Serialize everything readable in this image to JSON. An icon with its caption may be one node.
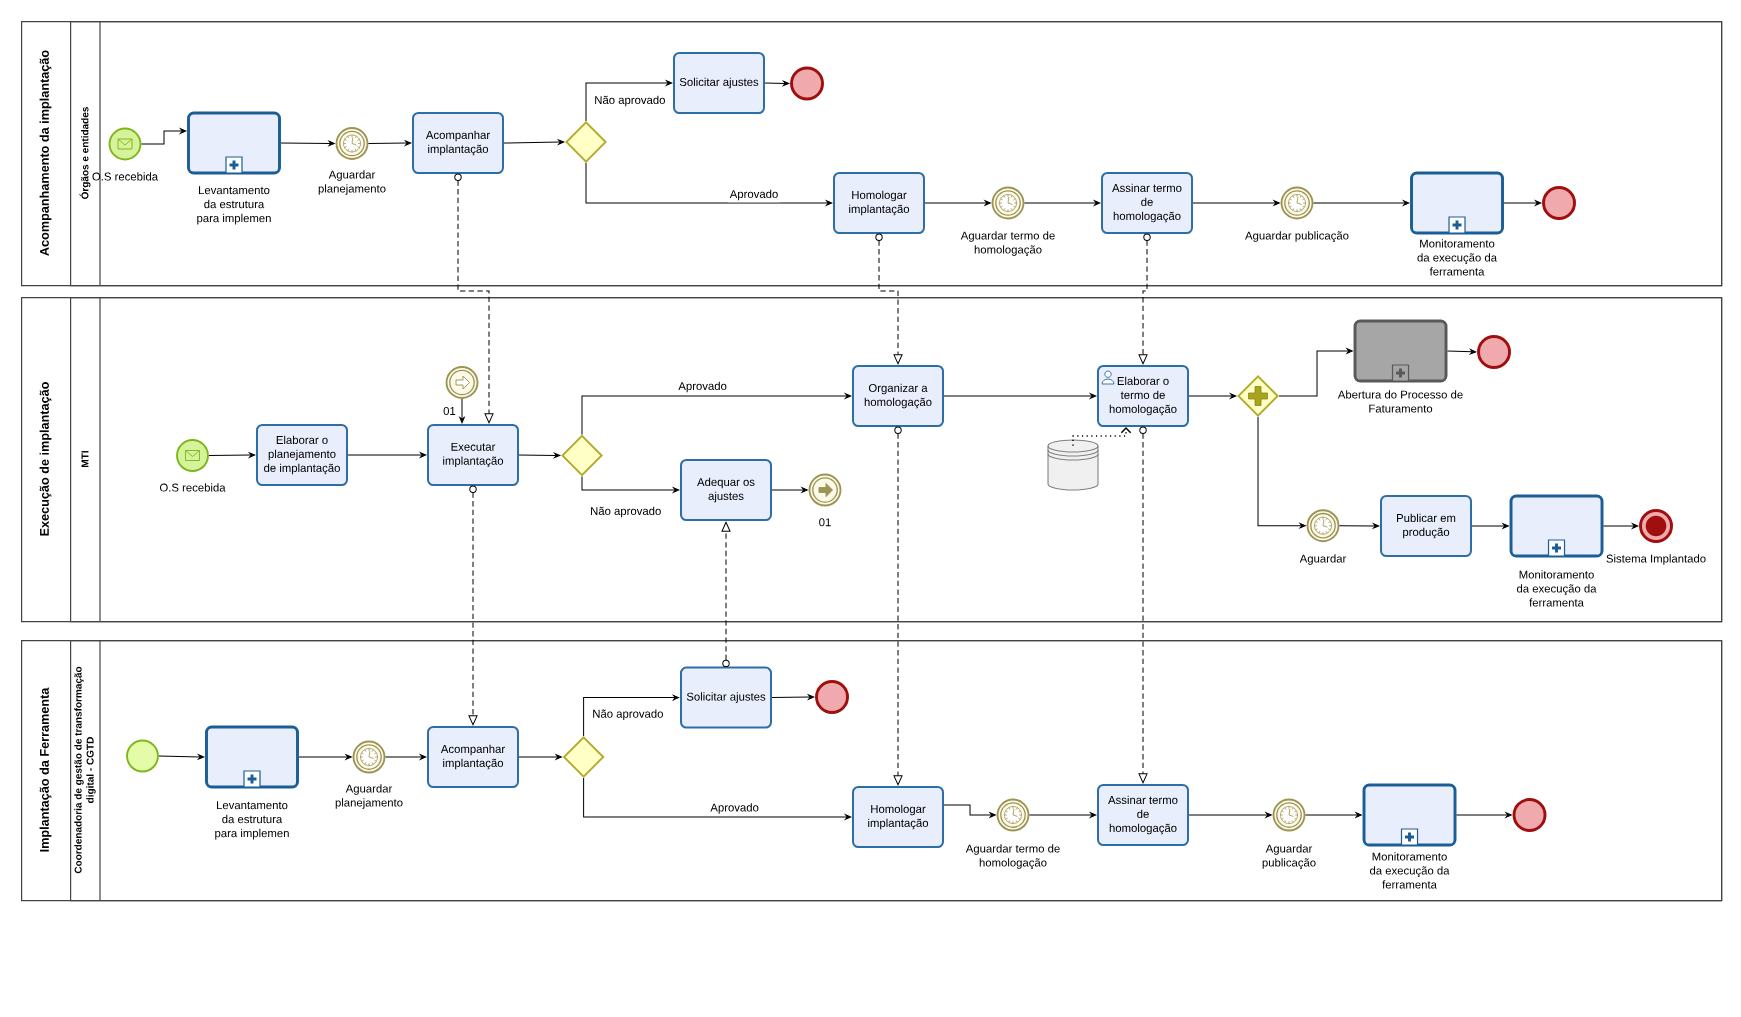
{
  "diagram": {
    "nodes": [
      {
        "text": [
          "Acompanhamento da implantação"
        ]
      },
      {
        "text": [
          "Órgãos e entidades"
        ],
        "in": 0
      },
      {
        "text": [
          "O.S recebida"
        ],
        "in": 1
      },
      {
        "text": [
          "Levantamento da estrutura para implemen"
        ],
        "in": 1
      },
      {
        "text": [
          "Aguardar planejamento"
        ],
        "in": 1
      },
      {
        "text": [
          "Acompanhar implantação"
        ],
        "in": 1
      },
      {
        "text": [],
        "shape": "diamond",
        "in": 1
      },
      {
        "text": [
          "Solicitar ajustes"
        ],
        "in": 1
      },
      {
        "text": [],
        "shape": "circle",
        "in": 1
      },
      {
        "text": [
          "Homologar implantação"
        ],
        "in": 1
      },
      {
        "text": [
          "Aguardar termo de homologação"
        ],
        "in": 1
      },
      {
        "text": [
          "Assinar termo de homologação"
        ],
        "in": 1
      },
      {
        "text": [
          "Aguardar publicação"
        ],
        "in": 1
      },
      {
        "text": [
          "Monitoramento da execução da ferramenta"
        ],
        "in": 1
      },
      {
        "text": [],
        "shape": "circle",
        "in": 1
      },
      {
        "text": [
          "Execução de implantação"
        ]
      },
      {
        "text": [
          "MTI"
        ],
        "in": 15
      },
      {
        "text": [
          "O.S recebida"
        ],
        "in": 16
      },
      {
        "text": [
          "Elaborar o planejamento de implantação"
        ],
        "in": 16
      },
      {
        "text": [
          "01"
        ],
        "in": 16
      },
      {
        "text": [
          "Executar implantação"
        ],
        "in": 16
      },
      {
        "text": [],
        "shape": "diamond",
        "in": 16
      },
      {
        "text": [
          "Organizar a homologação"
        ],
        "in": 16
      },
      {
        "text": [
          "Adequar os ajustes"
        ],
        "in": 16
      },
      {
        "text": [
          "01"
        ],
        "in": 16
      },
      {
        "text": [
          "Elaborar o termo de homologação"
        ],
        "in": 16
      },
      {
        "text": [],
        "shape": "cylinder",
        "in": 16
      },
      {
        "text": [],
        "shape": "diamond",
        "in": 16
      },
      {
        "text": [
          "Abertura do Processo de Faturamento"
        ],
        "in": 16
      },
      {
        "text": [],
        "shape": "circle",
        "in": 16
      },
      {
        "text": [
          "Aguardar"
        ],
        "in": 16
      },
      {
        "text": [
          "Publicar em produção"
        ],
        "in": 16
      },
      {
        "text": [
          "Monitoramento da execução da ferramenta"
        ],
        "in": 16
      },
      {
        "text": [
          "Sistema Implantado"
        ],
        "in": 16
      },
      {
        "text": [
          "Implantação da Ferramenta"
        ]
      },
      {
        "text": [
          "Coordenadoria de gestão de transformação digital - CGTD"
        ],
        "in": 34
      },
      {
        "text": [],
        "shape": "circle",
        "in": 35
      },
      {
        "text": [
          "Levantamento da estrutura para implemen"
        ],
        "in": 35
      },
      {
        "text": [
          "Aguardar planejamento"
        ],
        "in": 35
      },
      {
        "text": [
          "Acompanhar implantação"
        ],
        "in": 35
      },
      {
        "text": [],
        "shape": "diamond",
        "in": 35
      },
      {
        "text": [
          "Solicitar ajustes"
        ],
        "in": 35
      },
      {
        "text": [],
        "shape": "circle",
        "in": 35
      },
      {
        "text": [
          "Homologar implantação"
        ],
        "in": 35
      },
      {
        "text": [
          "Aguardar termo de homologação"
        ],
        "in": 35
      },
      {
        "text": [
          "Assinar termo de homologação"
        ],
        "in": 35
      },
      {
        "text": [
          "Aguardar publicação"
        ],
        "in": 35
      },
      {
        "text": [
          "Monitoramento da execução da ferramenta"
        ],
        "in": 35
      },
      {
        "text": [],
        "shape": "circle",
        "in": 35
      }
    ],
    "edges": [
      {
        "from": 2,
        "to": 3,
        "arrow": "to"
      },
      {
        "from": 3,
        "to": 4,
        "arrow": "to"
      },
      {
        "from": 4,
        "to": 5,
        "arrow": "to"
      },
      {
        "from": 5,
        "to": 6,
        "arrow": "to"
      },
      {
        "from": 6,
        "to": 7,
        "arrow": "to",
        "label": "Não aprovado"
      },
      {
        "from": 7,
        "to": 8,
        "arrow": "to"
      },
      {
        "from": 6,
        "to": 9,
        "arrow": "to",
        "label": "Aprovado"
      },
      {
        "from": 9,
        "to": 10,
        "arrow": "to"
      },
      {
        "from": 10,
        "to": 11,
        "arrow": "to"
      },
      {
        "from": 11,
        "to": 12,
        "arrow": "to"
      },
      {
        "from": 12,
        "to": 13,
        "arrow": "to"
      },
      {
        "from": 13,
        "to": 14,
        "arrow": "to"
      },
      {
        "from": 17,
        "to": 18,
        "arrow": "to"
      },
      {
        "from": 18,
        "to": 20,
        "arrow": "to"
      },
      {
        "from": 19,
        "to": 20,
        "arrow": "to"
      },
      {
        "from": 20,
        "to": 21,
        "arrow": "to"
      },
      {
        "from": 21,
        "to": 22,
        "arrow": "to",
        "label": "Aprovado"
      },
      {
        "from": 21,
        "to": 23,
        "arrow": "to",
        "label": "Não aprovado"
      },
      {
        "from": 23,
        "to": 24,
        "arrow": "to"
      },
      {
        "from": 22,
        "to": 25,
        "arrow": "to"
      },
      {
        "from": 26,
        "to": 25,
        "arrow": "to",
        "style": "dashed"
      },
      {
        "from": 25,
        "to": 27,
        "arrow": "to"
      },
      {
        "from": 27,
        "to": 28,
        "arrow": "to"
      },
      {
        "from": 28,
        "to": 29,
        "arrow": "to"
      },
      {
        "from": 27,
        "to": 30,
        "arrow": "to"
      },
      {
        "from": 30,
        "to": 31,
        "arrow": "to"
      },
      {
        "from": 31,
        "to": 32,
        "arrow": "to"
      },
      {
        "from": 32,
        "to": 33,
        "arrow": "to"
      },
      {
        "from": 36,
        "to": 37,
        "arrow": "to"
      },
      {
        "from": 37,
        "to": 38,
        "arrow": "to"
      },
      {
        "from": 38,
        "to": 39,
        "arrow": "to"
      },
      {
        "from": 39,
        "to": 40,
        "arrow": "to"
      },
      {
        "from": 40,
        "to": 41,
        "arrow": "to",
        "label": "Não aprovado"
      },
      {
        "from": 41,
        "to": 42,
        "arrow": "to"
      },
      {
        "from": 40,
        "to": 43,
        "arrow": "to",
        "label": "Aprovado"
      },
      {
        "from": 43,
        "to": 44,
        "arrow": "to"
      },
      {
        "from": 44,
        "to": 45,
        "arrow": "to"
      },
      {
        "from": 45,
        "to": 46,
        "arrow": "to"
      },
      {
        "from": 46,
        "to": 47,
        "arrow": "to"
      },
      {
        "from": 47,
        "to": 48,
        "arrow": "to"
      },
      {
        "from": 5,
        "to": 20,
        "arrow": "to",
        "style": "dashed"
      },
      {
        "from": 20,
        "to": 39,
        "arrow": "to",
        "style": "dashed"
      },
      {
        "from": 41,
        "to": 23,
        "arrow": "to",
        "style": "dashed"
      },
      {
        "from": 9,
        "to": 22,
        "arrow": "to",
        "style": "dashed"
      },
      {
        "from": 11,
        "to": 25,
        "arrow": "to",
        "style": "dashed"
      },
      {
        "from": 22,
        "to": 43,
        "arrow": "to",
        "style": "dashed"
      },
      {
        "from": 25,
        "to": 45,
        "arrow": "to",
        "style": "dashed"
      }
    ]
  }
}
